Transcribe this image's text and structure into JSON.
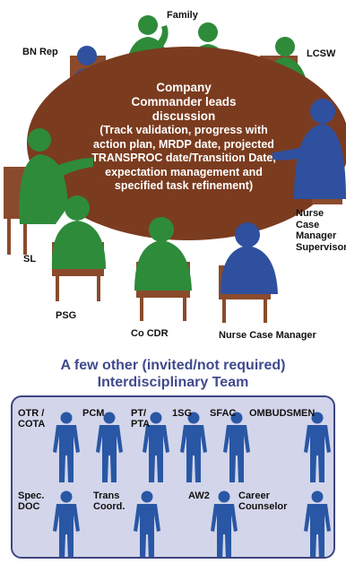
{
  "meeting": {
    "table_lead": "Company\nCommander leads\ndiscussion",
    "table_details": "(Track validation, progress with\naction plan, MRDP date, projected\nTRANSPROC date/Transition Date,\nexpectation management and\nspecified task refinement)",
    "roles": {
      "family": "Family",
      "bn_rep": "BN Rep",
      "lcsw": "LCSW",
      "nurse_case_manager_supervisor": "Nurse\nCase\nManager\nSupervisor",
      "sl": "SL",
      "psg": "PSG",
      "co_cdr": "Co CDR",
      "nurse_case_manager": "Nurse Case Manager"
    },
    "colors": {
      "table": "#7a3b1e",
      "soldier": "#2e8b3a",
      "staff": "#2f4f9f",
      "chair": "#8a4a2c"
    }
  },
  "team": {
    "heading": "A few other (invited/not required)\nInterdisciplinary Team",
    "row1": [
      "OTR /\nCOTA",
      "PCM",
      "PT/\nPTA",
      "1SG",
      "SFAC",
      "OMBUDSMEN"
    ],
    "row2": [
      "Spec.\nDOC",
      "Trans\nCoord.",
      "AW2",
      "Career\nCounselor"
    ],
    "colors": {
      "box_fill": "#d3d6ea",
      "box_border": "#3d4680",
      "person": "#2a56a6",
      "heading": "#404a8c"
    }
  }
}
